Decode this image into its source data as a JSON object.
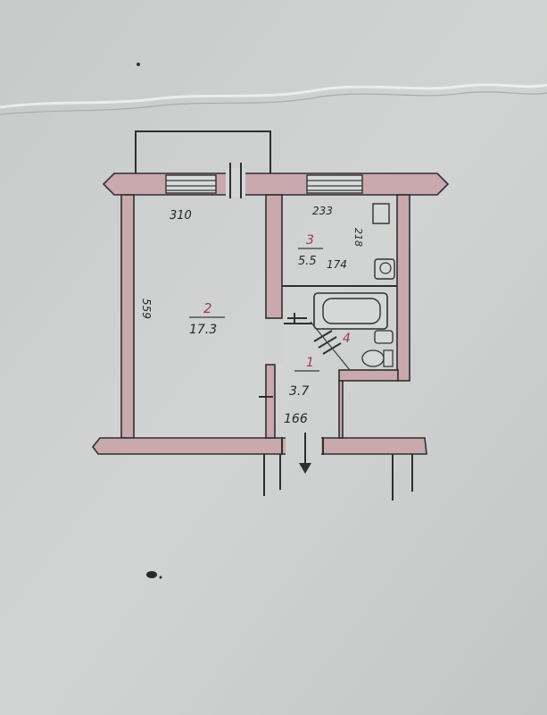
{
  "colors": {
    "paper": "#cdd0cf",
    "wall_fill": "#c9a9ad",
    "ink": "#2e302f",
    "room_number": "#9b3b46"
  },
  "plan": {
    "rooms": [
      {
        "number": "2",
        "area": "17.3"
      },
      {
        "number": "3",
        "area": "5.5"
      },
      {
        "number": "1",
        "area": "3.7"
      },
      {
        "number": "4",
        "area": ""
      }
    ],
    "dimensions": {
      "room2_width": "310",
      "room2_depth": "559",
      "room3_width": "233",
      "room3_depth": "218",
      "room3_height": "174",
      "hall_width": "166"
    }
  }
}
